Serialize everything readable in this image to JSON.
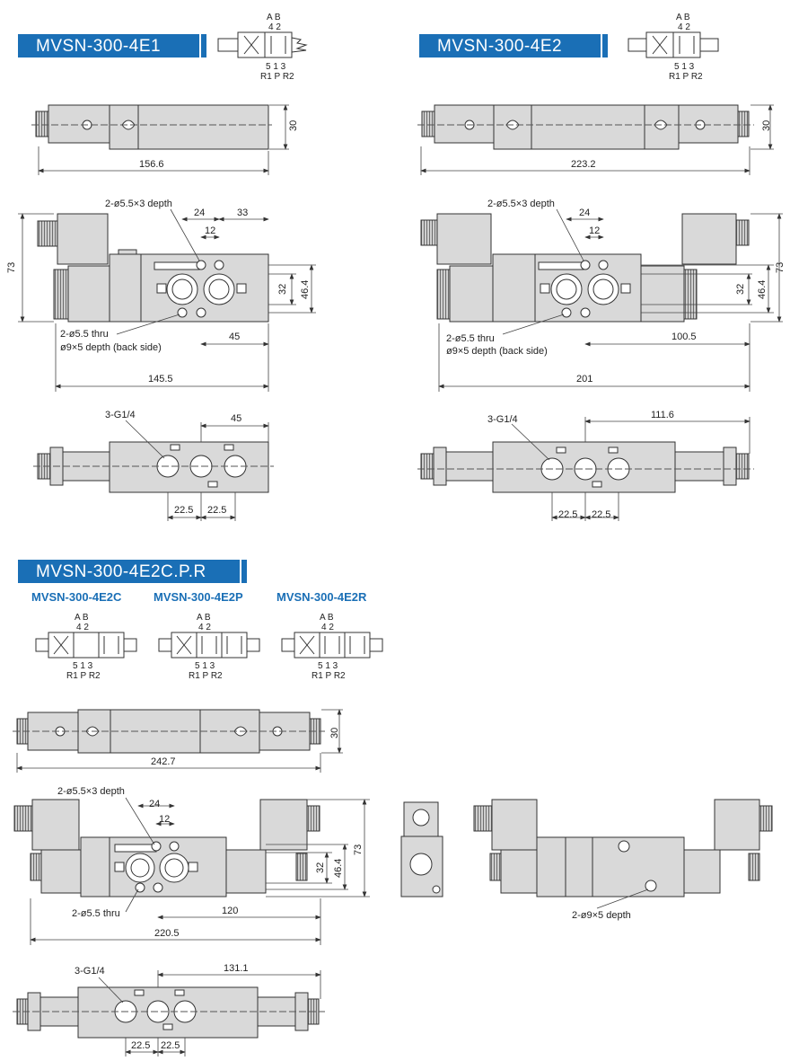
{
  "sections": [
    {
      "title": "MVSN-300-4E1"
    },
    {
      "title": "MVSN-300-4E2"
    },
    {
      "title": "MVSN-300-4E2C.P.R"
    }
  ],
  "subtitles": [
    "MVSN-300-4E2C",
    "MVSN-300-4E2P",
    "MVSN-300-4E2R"
  ],
  "symbol": {
    "top_ports": "A B",
    "top_nums": "4 2",
    "bottom_nums": "5 1 3",
    "bottom_ports": "R1 P R2"
  },
  "labels": {
    "depth_hole": "2-ø5.5×3 depth",
    "thru_hole": "2-ø5.5 thru",
    "back_side": "ø9×5 depth (back side)",
    "port_thread": "3-G1/4",
    "back_depth": "2-ø9×5 depth"
  },
  "dims": {
    "e1": {
      "length": "156.6",
      "height": "30",
      "d24": "24",
      "d33": "33",
      "d12": "12",
      "d73": "73",
      "d32": "32",
      "d464": "46.4",
      "d45": "45",
      "d1455": "145.5",
      "d45b": "45",
      "d225a": "22.5",
      "d225b": "22.5"
    },
    "e2": {
      "length": "223.2",
      "height": "30",
      "d24": "24",
      "d12": "12",
      "d73": "73",
      "d32": "32",
      "d464": "46.4",
      "d1005": "100.5",
      "d201": "201",
      "d1116": "111.6",
      "d225a": "22.5",
      "d225b": "22.5"
    },
    "e2c": {
      "length": "242.7",
      "height": "30",
      "d24": "24",
      "d12": "12",
      "d73": "73",
      "d32": "32",
      "d464": "46.4",
      "d120": "120",
      "d2205": "220.5",
      "d1311": "131.1",
      "d225a": "22.5",
      "d225b": "22.5"
    }
  },
  "colors": {
    "brand": "#1a6fb6",
    "body": "#d9d9d9",
    "line": "#333333",
    "dim": "#444444"
  }
}
